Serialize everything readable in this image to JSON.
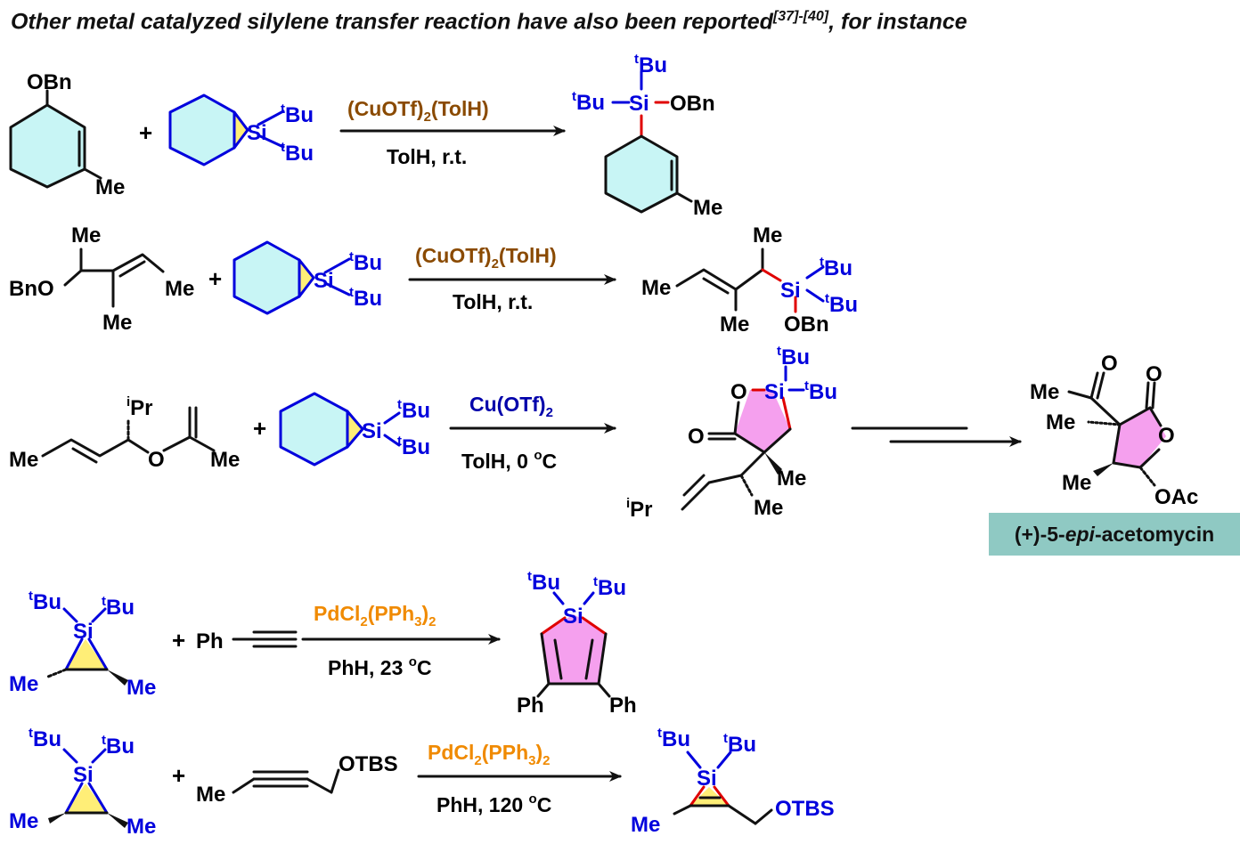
{
  "header": {
    "text_main": "Other metal catalyzed silylene transfer reaction have also been reported",
    "text_ref": "[37]-[40]",
    "text_tail": ", for instance"
  },
  "colors": {
    "bond": "#111111",
    "silicon": "#0000dd",
    "si_bond": "#e00000",
    "ring_fill_blue": "#c8f5f5",
    "ring_fill_pink": "#f5a0ee",
    "ring_fill_yellow": "#ffee77",
    "cu_reagent": "#8a4a00",
    "pd_reagent": "#f08a00",
    "badge_bg": "#8fc9c3"
  },
  "labels": {
    "obn": "OBn",
    "bno": "BnO",
    "me": "Me",
    "ph": "Ph",
    "si": "Si",
    "bu": "Bu",
    "t": "t",
    "i": "i",
    "pr": "Pr",
    "o": "O",
    "otbs": "OTBS",
    "oac": "OAc",
    "plus": "+"
  },
  "reactions": [
    {
      "reagent_main": "(CuOTf)",
      "reagent_sub": "2",
      "reagent_tail": "(TolH)",
      "conditions": "TolH, r.t."
    },
    {
      "reagent_main": "(CuOTf)",
      "reagent_sub": "2",
      "reagent_tail": "(TolH)",
      "conditions": "TolH, r.t."
    },
    {
      "reagent_main": "Cu(OTf)",
      "reagent_sub": "2",
      "reagent_tail": "",
      "conditions_main": "TolH, 0 ",
      "conditions_sup": "o",
      "conditions_tail": "C"
    },
    {
      "reagent_main": "PdCl",
      "reagent_sub": "2",
      "reagent_mid": "(PPh",
      "reagent_sub2": "3",
      "reagent_tail": ")",
      "reagent_sub3": "2",
      "conditions_main": "PhH, 23 ",
      "conditions_sup": "o",
      "conditions_tail": "C"
    },
    {
      "reagent_main": "PdCl",
      "reagent_sub": "2",
      "reagent_mid": "(PPh",
      "reagent_sub2": "3",
      "reagent_tail": ")",
      "reagent_sub3": "2",
      "conditions_main": "PhH, 120 ",
      "conditions_sup": "o",
      "conditions_tail": "C"
    }
  ],
  "product_name": {
    "pre": "(+)-5-",
    "italic": "epi",
    "post": "-acetomycin"
  }
}
